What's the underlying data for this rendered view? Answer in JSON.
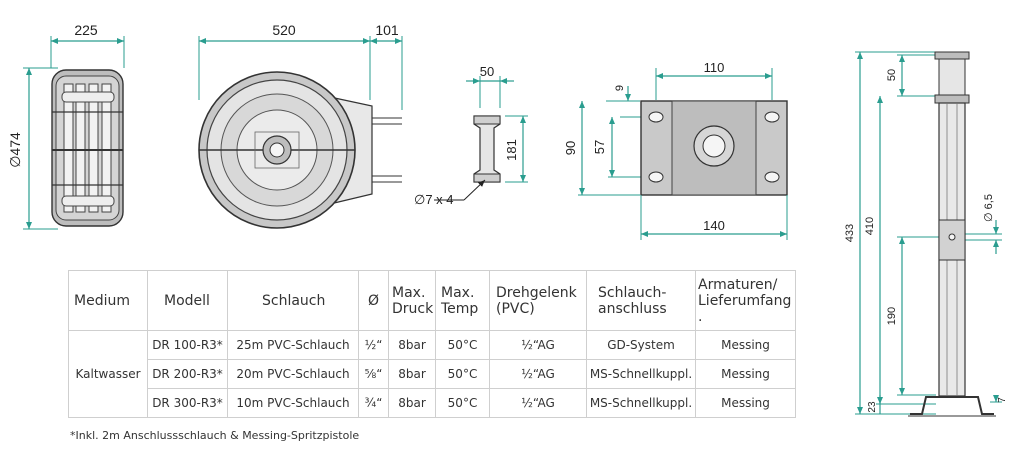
{
  "drawings": {
    "side_view": {
      "width_label": "225",
      "diameter_label": "∅474"
    },
    "front_view": {
      "width_label": "520",
      "offset_label": "101"
    },
    "bracket_view": {
      "width_label": "50",
      "height_label": "181",
      "holes_label": "∅7 x 4"
    },
    "plate_view": {
      "top_label": "110",
      "hole_label": "9",
      "height_label": "90",
      "inner_label": "57",
      "bottom_label": "140"
    },
    "stand_view": {
      "top_label": "50",
      "total_label": "433",
      "mid_label": "410",
      "hole_label": "∅ 6,5",
      "low_label": "190",
      "base_label": "23",
      "foot_label": "7"
    }
  },
  "table": {
    "headers": {
      "medium": "Medium",
      "model": "Modell",
      "hose": "Schlauch",
      "diameter": "Ø",
      "pressure_1": "Max.",
      "pressure_2": "Druck",
      "temp_1": "Max.",
      "temp_2": "Temp",
      "swivel_1": "Drehgelenk",
      "swivel_2": "(PVC)",
      "connection_1": "Schlauch-",
      "connection_2": "anschluss",
      "fittings_1": "Armaturen/",
      "fittings_2": "Lieferumfang ."
    },
    "medium_value": "Kaltwasser",
    "rows": [
      {
        "model": "DR 100-R3*",
        "hose": "25m  PVC-Schlauch",
        "diameter": "½“",
        "pressure": "8bar",
        "temp": "50°C",
        "swivel": "½“AG",
        "connection": "GD-System",
        "fittings": "Messing"
      },
      {
        "model": "DR 200-R3*",
        "hose": "20m  PVC-Schlauch",
        "diameter": "⅝“",
        "pressure": "8bar",
        "temp": "50°C",
        "swivel": "½“AG",
        "connection": "MS-Schnellkuppl.",
        "fittings": "Messing"
      },
      {
        "model": "DR 300-R3*",
        "hose": "10m  PVC-Schlauch",
        "diameter": "¾“",
        "pressure": "8bar",
        "temp": "50°C",
        "swivel": "½“AG",
        "connection": "MS-Schnellkuppl.",
        "fittings": "Messing"
      }
    ]
  },
  "footnote": "*Inkl. 2m Anschlussschlauch & Messing-Spritzpistole",
  "colors": {
    "dimension": "#2a9d8f",
    "outline": "#333333",
    "fill": "#c8c8c8"
  }
}
